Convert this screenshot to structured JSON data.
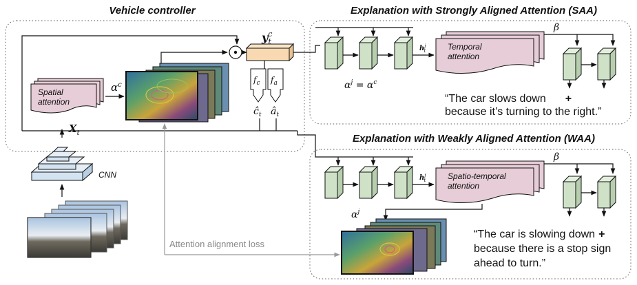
{
  "titles": {
    "vehicle_controller": "Vehicle controller",
    "saa": "Explanation with Strongly Aligned Attention (SAA)",
    "waa": "Explanation with Weakly Aligned Attention (WAA)"
  },
  "labels": {
    "spatial_attention_1": "Spatial",
    "spatial_attention_2": "attention",
    "cnn": "CNN",
    "temporal_attention_1": "Temporal",
    "temporal_attention_2": "attention",
    "spatio_temporal_1": "Spatio-temporal",
    "spatio_temporal_2": "attention",
    "attention_alignment_loss": "Attention alignment loss"
  },
  "math": {
    "alpha_c": "α",
    "alpha_c_sup": "c",
    "y_t": "y",
    "y_t_sup": "c",
    "y_t_sub": "t",
    "x_t": "X",
    "x_t_sub": "t",
    "f_c": "f",
    "f_c_sub": "c",
    "f_a": "f",
    "f_a_sub": "a",
    "c_hat": "ĉ",
    "c_hat_sub": "t",
    "a_hat": "â",
    "a_hat_sub": "t",
    "odot": "⊙",
    "h_saa": "h",
    "h_saa_sup": "j",
    "h_saa_sub": "t",
    "h_waa": "h",
    "h_waa_sup": "j",
    "h_waa_sub": "t",
    "beta_saa": "β",
    "beta_waa": "β",
    "alpha_eq": "α",
    "alpha_eq_sup": "j",
    "alpha_eq_mid": " = α",
    "alpha_eq_sup2": "c",
    "alpha_j": "α",
    "alpha_j_sup": "j"
  },
  "quotes": {
    "saa_line1": "“The car slows down",
    "saa_plus": "+",
    "saa_line2": "because it’s turning to the right.”",
    "waa_line1": "“The car is slowing down",
    "waa_plus": "+",
    "waa_line2": "because there is a stop sign",
    "waa_line3": "ahead to turn.”"
  },
  "colors": {
    "attention_fill": "#e7cdd7",
    "lstm_fill": "#cfe2c8",
    "cnn_fill": "#d3e3f1",
    "output_fill": "#f8d9b2"
  }
}
